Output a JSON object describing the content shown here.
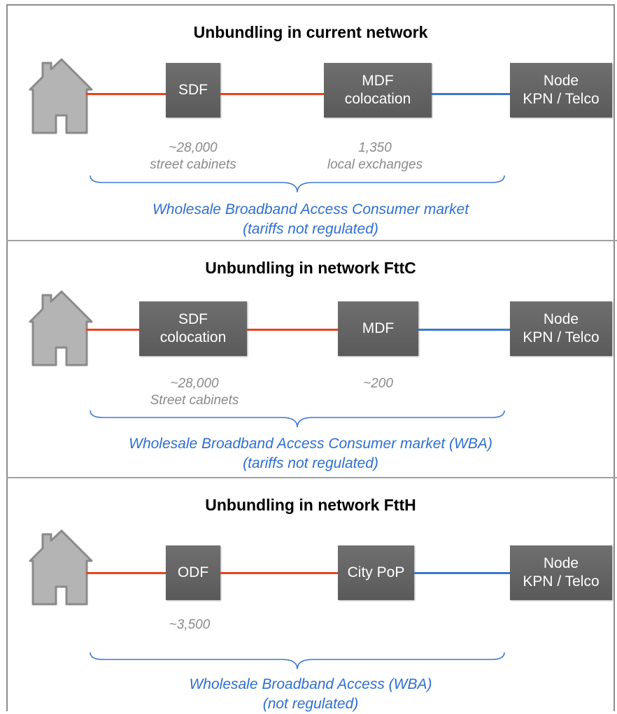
{
  "panels": [
    {
      "title": "Unbundling in current network",
      "box1": [
        "SDF"
      ],
      "box2": [
        "MDF",
        "colocation"
      ],
      "box3": [
        "Node",
        "KPN / Telco"
      ],
      "note1": [
        "~28,000",
        "street cabinets"
      ],
      "note2": [
        "1,350",
        "local exchanges"
      ],
      "market": [
        "Wholesale Broadband Access Consumer market",
        "(tariffs not regulated)"
      ]
    },
    {
      "title": "Unbundling in network FttC",
      "box1": [
        "SDF",
        "colocation"
      ],
      "box2": [
        "MDF"
      ],
      "box3": [
        "Node",
        "KPN / Telco"
      ],
      "note1": [
        "~28,000",
        "Street cabinets"
      ],
      "note2": [
        "~200"
      ],
      "market": [
        "Wholesale Broadband Access Consumer market (WBA)",
        "(tariffs not regulated)"
      ]
    },
    {
      "title": "Unbundling in network FttH",
      "box1": [
        "ODF"
      ],
      "box2": [
        "City PoP"
      ],
      "box3": [
        "Node",
        "KPN / Telco"
      ],
      "note1": [
        "~3,500"
      ],
      "market": [
        "Wholesale Broadband Access (WBA)",
        "(not regulated)"
      ]
    }
  ],
  "colors": {
    "copper_link": "#e8431f",
    "fiber_link": "#3a78d0",
    "box": "#646464",
    "market_text": "#2f6fce",
    "note_text": "#8a8a8a"
  },
  "icons": [
    "house-icon",
    "curly-brace-icon"
  ]
}
